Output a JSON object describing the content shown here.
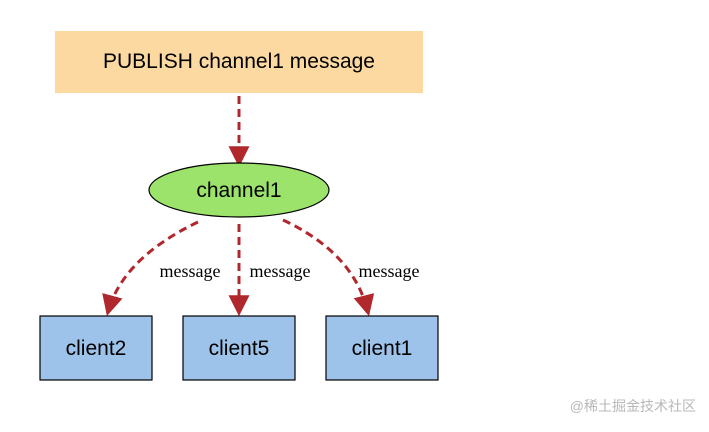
{
  "diagram": {
    "publish_box": {
      "label": "PUBLISH channel1 message"
    },
    "channel_node": {
      "label": "channel1"
    },
    "edge_labels": {
      "left": "message",
      "middle": "message",
      "right": "message"
    },
    "clients": [
      {
        "label": "client2"
      },
      {
        "label": "client5"
      },
      {
        "label": "client1"
      }
    ]
  },
  "watermark": "@稀土掘金技术社区",
  "colors": {
    "publish_fill": "#fbd9a0",
    "channel_fill": "#9be36b",
    "client_fill": "#9ec3ea",
    "arrow": "#b0282c",
    "outline": "#000000",
    "watermark": "#b8b8b8"
  }
}
